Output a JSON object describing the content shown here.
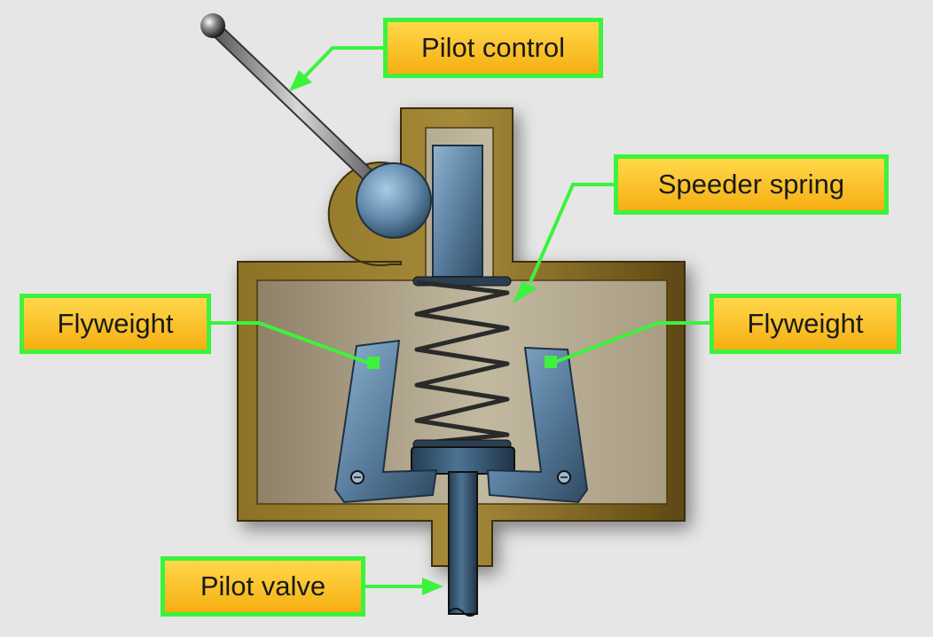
{
  "labels": {
    "pilot_control": "Pilot control",
    "speeder_spring": "Speeder spring",
    "flyweight_left": "Flyweight",
    "flyweight_right": "Flyweight",
    "pilot_valve": "Pilot valve"
  },
  "colors": {
    "background": "#e6e6e6",
    "housing": "#8a6d1f",
    "housing_interior": "#b3a88e",
    "metal_blue": "#5f86a8",
    "spring": "#333333",
    "callout_fill": "#f7b81a",
    "callout_border": "#3df23d",
    "leader_line": "#3df23d"
  }
}
